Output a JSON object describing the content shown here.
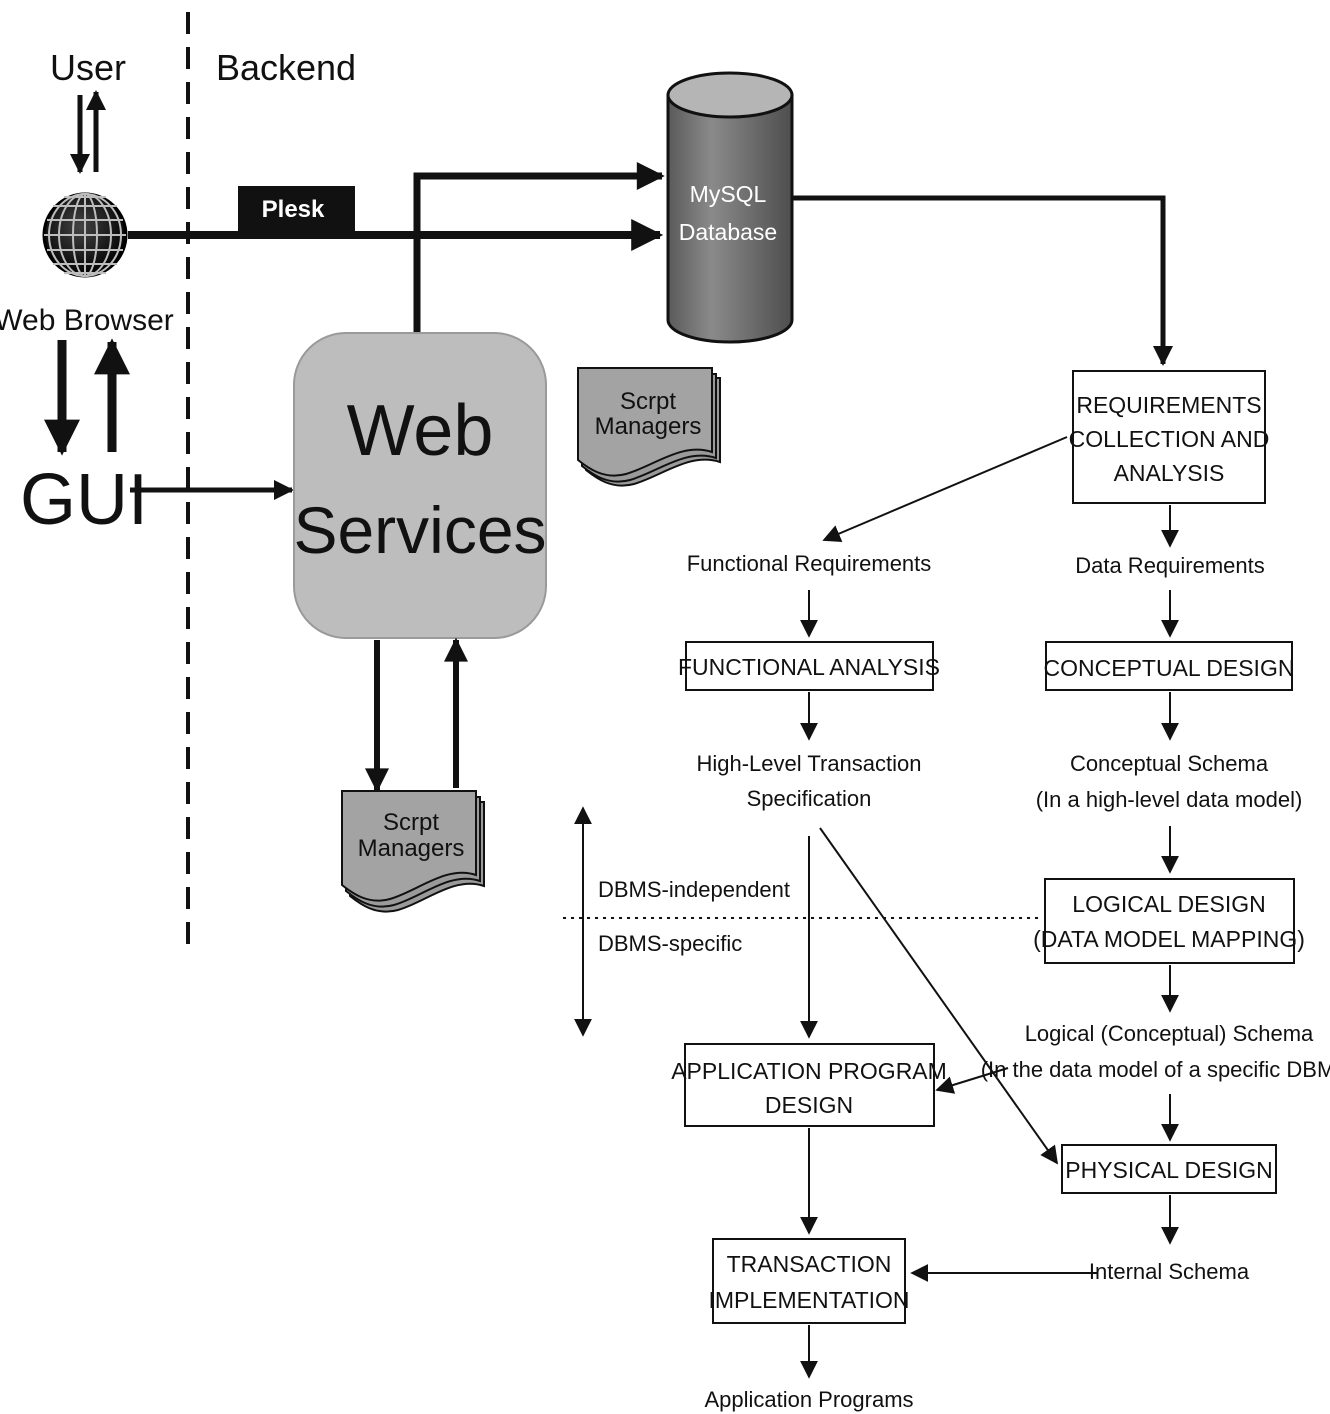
{
  "left": {
    "user": "User",
    "backend": "Backend",
    "web_browser": "Web Browser",
    "gui": "GUI",
    "plesk": "Plesk",
    "mysql_line1": "MySQL",
    "mysql_line2": "Database",
    "web_services_line1": "Web",
    "web_services_line2": "Services",
    "script_managers_top_line1": "Scrpt",
    "script_managers_top_line2": "Managers",
    "script_managers_bottom_line1": "Scrpt",
    "script_managers_bottom_line2": "Managers"
  },
  "flow": {
    "requirements_line1": "REQUIREMENTS",
    "requirements_line2": "COLLECTION AND",
    "requirements_line3": "ANALYSIS",
    "functional_requirements": "Functional Requirements",
    "data_requirements": "Data Requirements",
    "functional_analysis": "FUNCTIONAL ANALYSIS",
    "conceptual_design": "CONCEPTUAL DESIGN",
    "hl_transaction_line1": "High-Level Transaction",
    "hl_transaction_line2": "Specification",
    "conceptual_schema_line1": "Conceptual Schema",
    "conceptual_schema_line2": "(In a high-level data model)",
    "dbms_independent": "DBMS-independent",
    "dbms_specific": "DBMS-specific",
    "logical_design_line1": "LOGICAL DESIGN",
    "logical_design_line2": "(DATA MODEL MAPPING)",
    "logical_schema_line1": "Logical (Conceptual) Schema",
    "logical_schema_line2": "(In the data model of a specific DBMS)",
    "app_program_line1": "APPLICATION PROGRAM",
    "app_program_line2": "DESIGN",
    "physical_design": "PHYSICAL DESIGN",
    "transaction_line1": "TRANSACTION",
    "transaction_line2": "IMPLEMENTATION",
    "internal_schema": "Internal Schema",
    "application_programs": "Application Programs"
  }
}
